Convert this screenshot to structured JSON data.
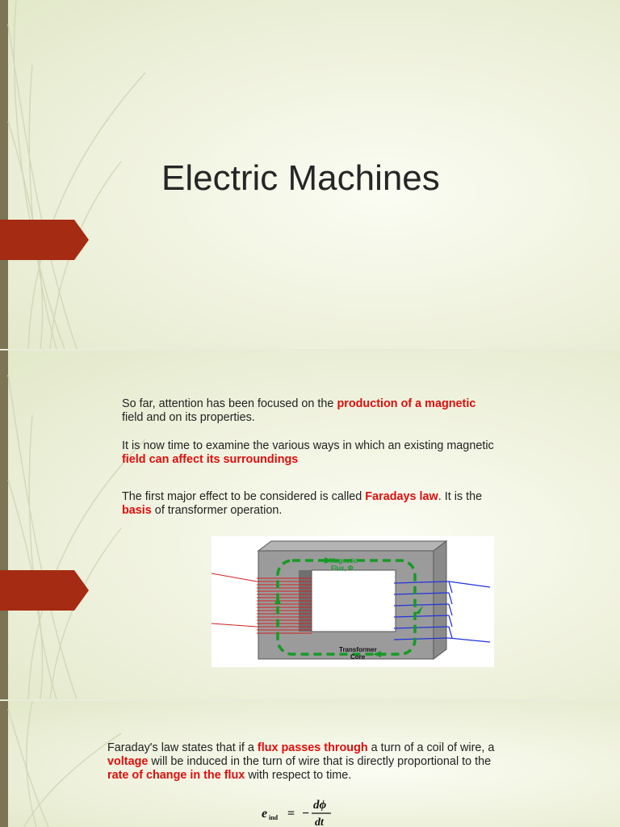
{
  "slides": [
    {
      "title": "Electric Machines"
    },
    {
      "paragraphs": [
        {
          "parts": [
            {
              "text": "So far, attention has been focused on the ",
              "em": false
            },
            {
              "text": "production of a magnetic",
              "em": true
            },
            {
              "text": "\nfield and on its properties.",
              "em": false
            }
          ]
        },
        {
          "parts": [
            {
              "text": "It is now time to examine the various ways in which an existing magnetic\n",
              "em": false
            },
            {
              "text": "field can affect its surroundings",
              "em": true
            }
          ]
        },
        {
          "parts": [
            {
              "text": "The first major effect to be considered is called ",
              "em": false
            },
            {
              "text": "Faradays law",
              "em": true
            },
            {
              "text": ". It is the\n",
              "em": false
            },
            {
              "text": "basis",
              "em": true
            },
            {
              "text": " of transformer operation.",
              "em": false
            }
          ]
        }
      ],
      "figure": {
        "flux_label_line1": "Magnetic",
        "flux_label_line2": "Flux, Φ",
        "core_label_line1": "Transformer",
        "core_label_line2": "Core"
      }
    },
    {
      "paragraphs": [
        {
          "parts": [
            {
              "text": "Faraday's law states that if a ",
              "em": false
            },
            {
              "text": "flux passes through",
              "em": true
            },
            {
              "text": " a turn of a coil of wire, a\n",
              "em": false
            },
            {
              "text": "voltage",
              "em": true
            },
            {
              "text": " will be induced in the turn of wire that is directly proportional to the\n",
              "em": false
            },
            {
              "text": "rate of change in the flux",
              "em": true
            },
            {
              "text": " with respect to time.",
              "em": false
            }
          ]
        }
      ],
      "formula": {
        "lhs": "e",
        "lhs_sub": "ind",
        "equals": "=",
        "minus": "−",
        "numerator": "dϕ",
        "denominator": "dt"
      }
    }
  ],
  "colors": {
    "accent_red": "#e00d0d",
    "tab": "#a52b12",
    "left_bar": "#7b7455",
    "flux_arrows": "#159b25",
    "primary_coil": "#d02020",
    "secondary_coil": "#2233dd"
  }
}
